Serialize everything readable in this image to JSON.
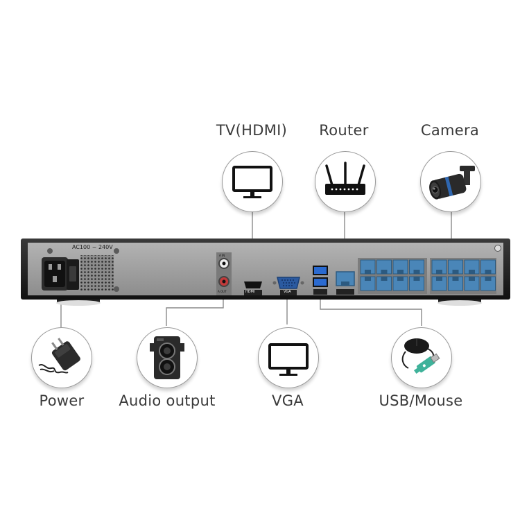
{
  "labels": {
    "tv_hdmi": "TV(HDMI)",
    "router": "Router",
    "camera": "Camera",
    "power": "Power",
    "audio_output": "Audio output",
    "vga": "VGA",
    "usb_mouse": "USB/Mouse"
  },
  "panel": {
    "ac_rating": "AC100 ~ 240V",
    "port_hdmi": "HDMI",
    "port_vga": "VGA",
    "port_audio_in": "A IN",
    "port_audio_out": "A OUT"
  },
  "icons": {
    "tv": "monitor-icon",
    "router": "router-icon",
    "camera": "bullet-camera-icon",
    "power": "power-adapter-icon",
    "audio": "speaker-icon",
    "vga": "monitor-icon",
    "usb": "mouse-usb-icon"
  },
  "colors": {
    "chassis": "#1e1e1e",
    "panel": "#9b9b9b",
    "ethernet": "#4a86b8",
    "line": "#8a8a8a",
    "label": "#3a3a3a"
  }
}
